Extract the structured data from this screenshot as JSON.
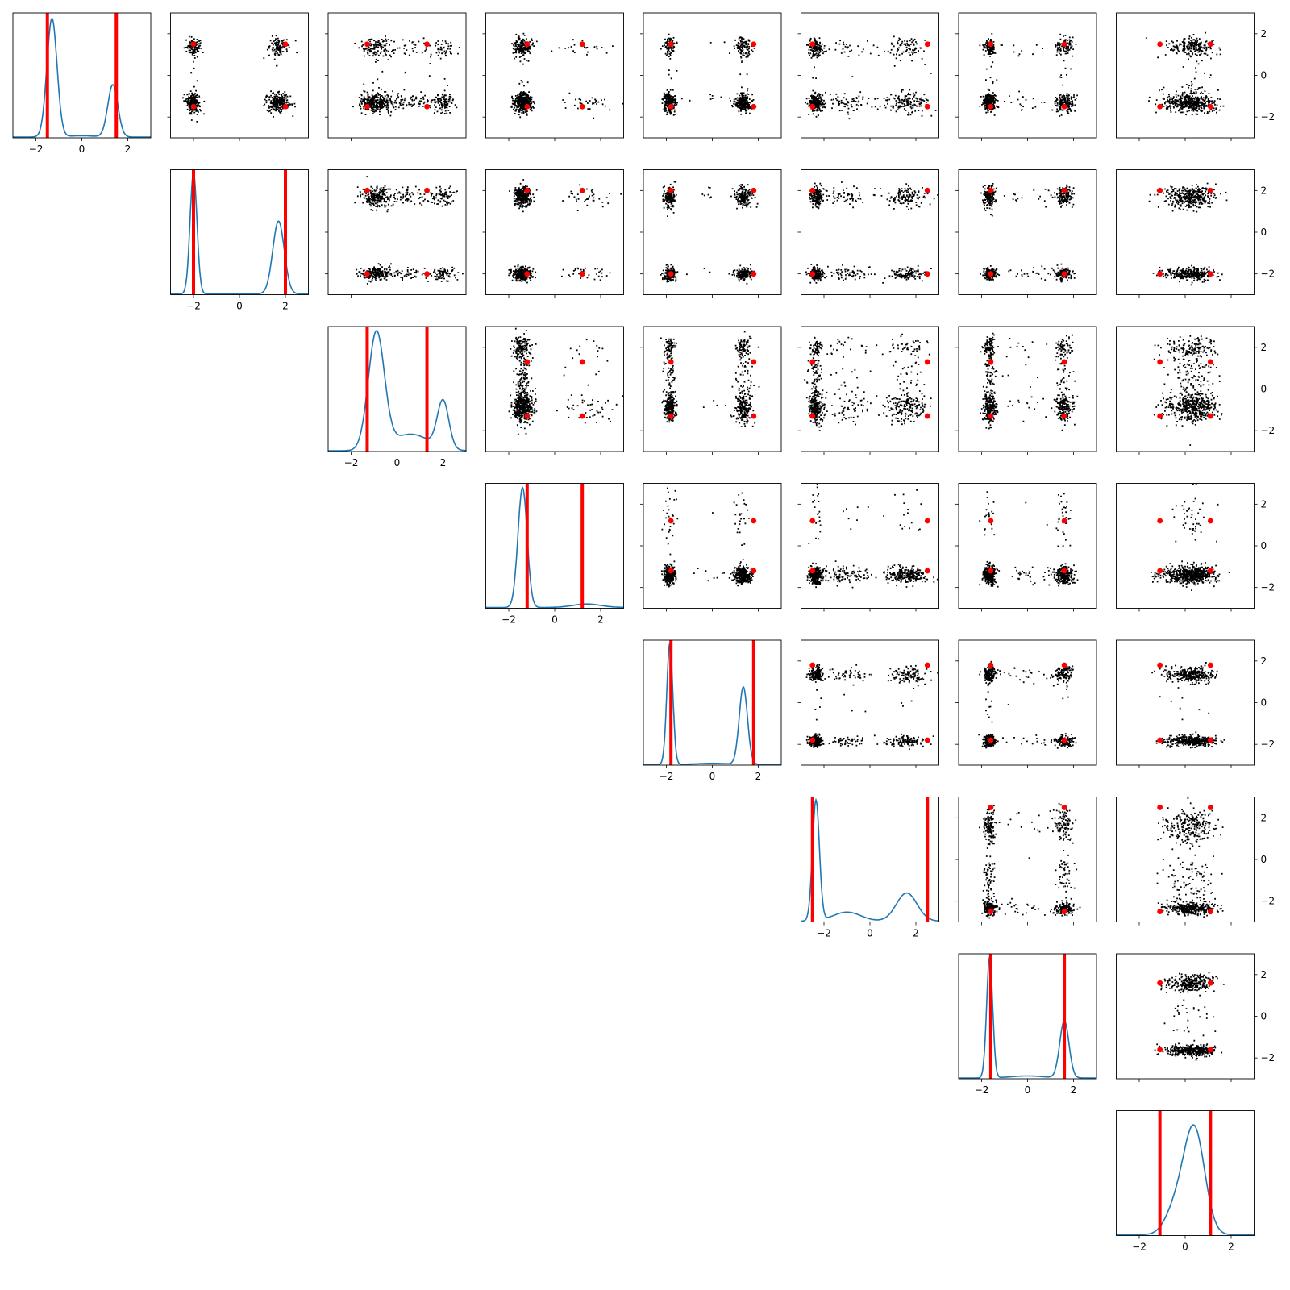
{
  "chart_data": {
    "type": "pairplot",
    "dimensions": 8,
    "layout": "upper-triangle",
    "x_tick_values": [
      -2,
      0,
      2
    ],
    "x_tick_labels": [
      "−2",
      "0",
      "2"
    ],
    "y_tick_values": [
      -2,
      0,
      2
    ],
    "y_tick_labels": [
      "−2",
      "0",
      "2"
    ],
    "axis_range": [
      -3,
      3
    ],
    "colors": {
      "scatter_points": "#000000",
      "markers": "#ff0000",
      "density_line": "#1f77b4",
      "axes": "#000000"
    },
    "variables": [
      {
        "markers": [
          -1.5,
          1.5
        ],
        "modes": [
          {
            "center": -1.3,
            "spread": 0.22,
            "weight": 0.68
          },
          {
            "center": 1.35,
            "spread": 0.22,
            "weight": 0.3
          },
          {
            "center": 0.0,
            "spread": 0.6,
            "weight": 0.02
          }
        ],
        "density_peak": 0.95
      },
      {
        "markers": [
          -2.0,
          2.0
        ],
        "modes": [
          {
            "center": -2.0,
            "spread": 0.15,
            "weight": 0.5
          },
          {
            "center": 1.7,
            "spread": 0.25,
            "weight": 0.5
          }
        ],
        "density_peak": 0.97
      },
      {
        "markers": [
          -1.3,
          1.3
        ],
        "modes": [
          {
            "center": -0.9,
            "spread": 0.35,
            "weight": 0.62
          },
          {
            "center": 2.0,
            "spread": 0.25,
            "weight": 0.18
          },
          {
            "center": 0.6,
            "spread": 0.8,
            "weight": 0.2
          }
        ],
        "density_peak": 0.96
      },
      {
        "markers": [
          -1.2,
          1.2
        ],
        "modes": [
          {
            "center": -1.4,
            "spread": 0.2,
            "weight": 0.92
          },
          {
            "center": 1.4,
            "spread": 0.6,
            "weight": 0.08
          }
        ],
        "density_peak": 0.96
      },
      {
        "markers": [
          -1.8,
          1.8
        ],
        "modes": [
          {
            "center": -1.85,
            "spread": 0.13,
            "weight": 0.52
          },
          {
            "center": 1.35,
            "spread": 0.18,
            "weight": 0.46
          },
          {
            "center": 0.0,
            "spread": 0.6,
            "weight": 0.02
          }
        ],
        "density_peak": 0.97
      },
      {
        "markers": [
          -2.5,
          2.5
        ],
        "modes": [
          {
            "center": -2.35,
            "spread": 0.15,
            "weight": 0.5
          },
          {
            "center": 1.6,
            "spread": 0.45,
            "weight": 0.35
          },
          {
            "center": -1.0,
            "spread": 0.6,
            "weight": 0.15
          }
        ],
        "density_peak": 0.97
      },
      {
        "markers": [
          -1.6,
          1.6
        ],
        "modes": [
          {
            "center": -1.65,
            "spread": 0.13,
            "weight": 0.55
          },
          {
            "center": 1.6,
            "spread": 0.2,
            "weight": 0.4
          },
          {
            "center": 0.0,
            "spread": 0.7,
            "weight": 0.05
          }
        ],
        "density_peak": 0.97
      },
      {
        "markers": [
          -1.1,
          1.1
        ],
        "modes": [
          {
            "center": 0.4,
            "spread": 0.45,
            "weight": 0.8
          },
          {
            "center": -0.4,
            "spread": 0.45,
            "weight": 0.2
          }
        ],
        "density_peak": 0.88
      }
    ]
  }
}
